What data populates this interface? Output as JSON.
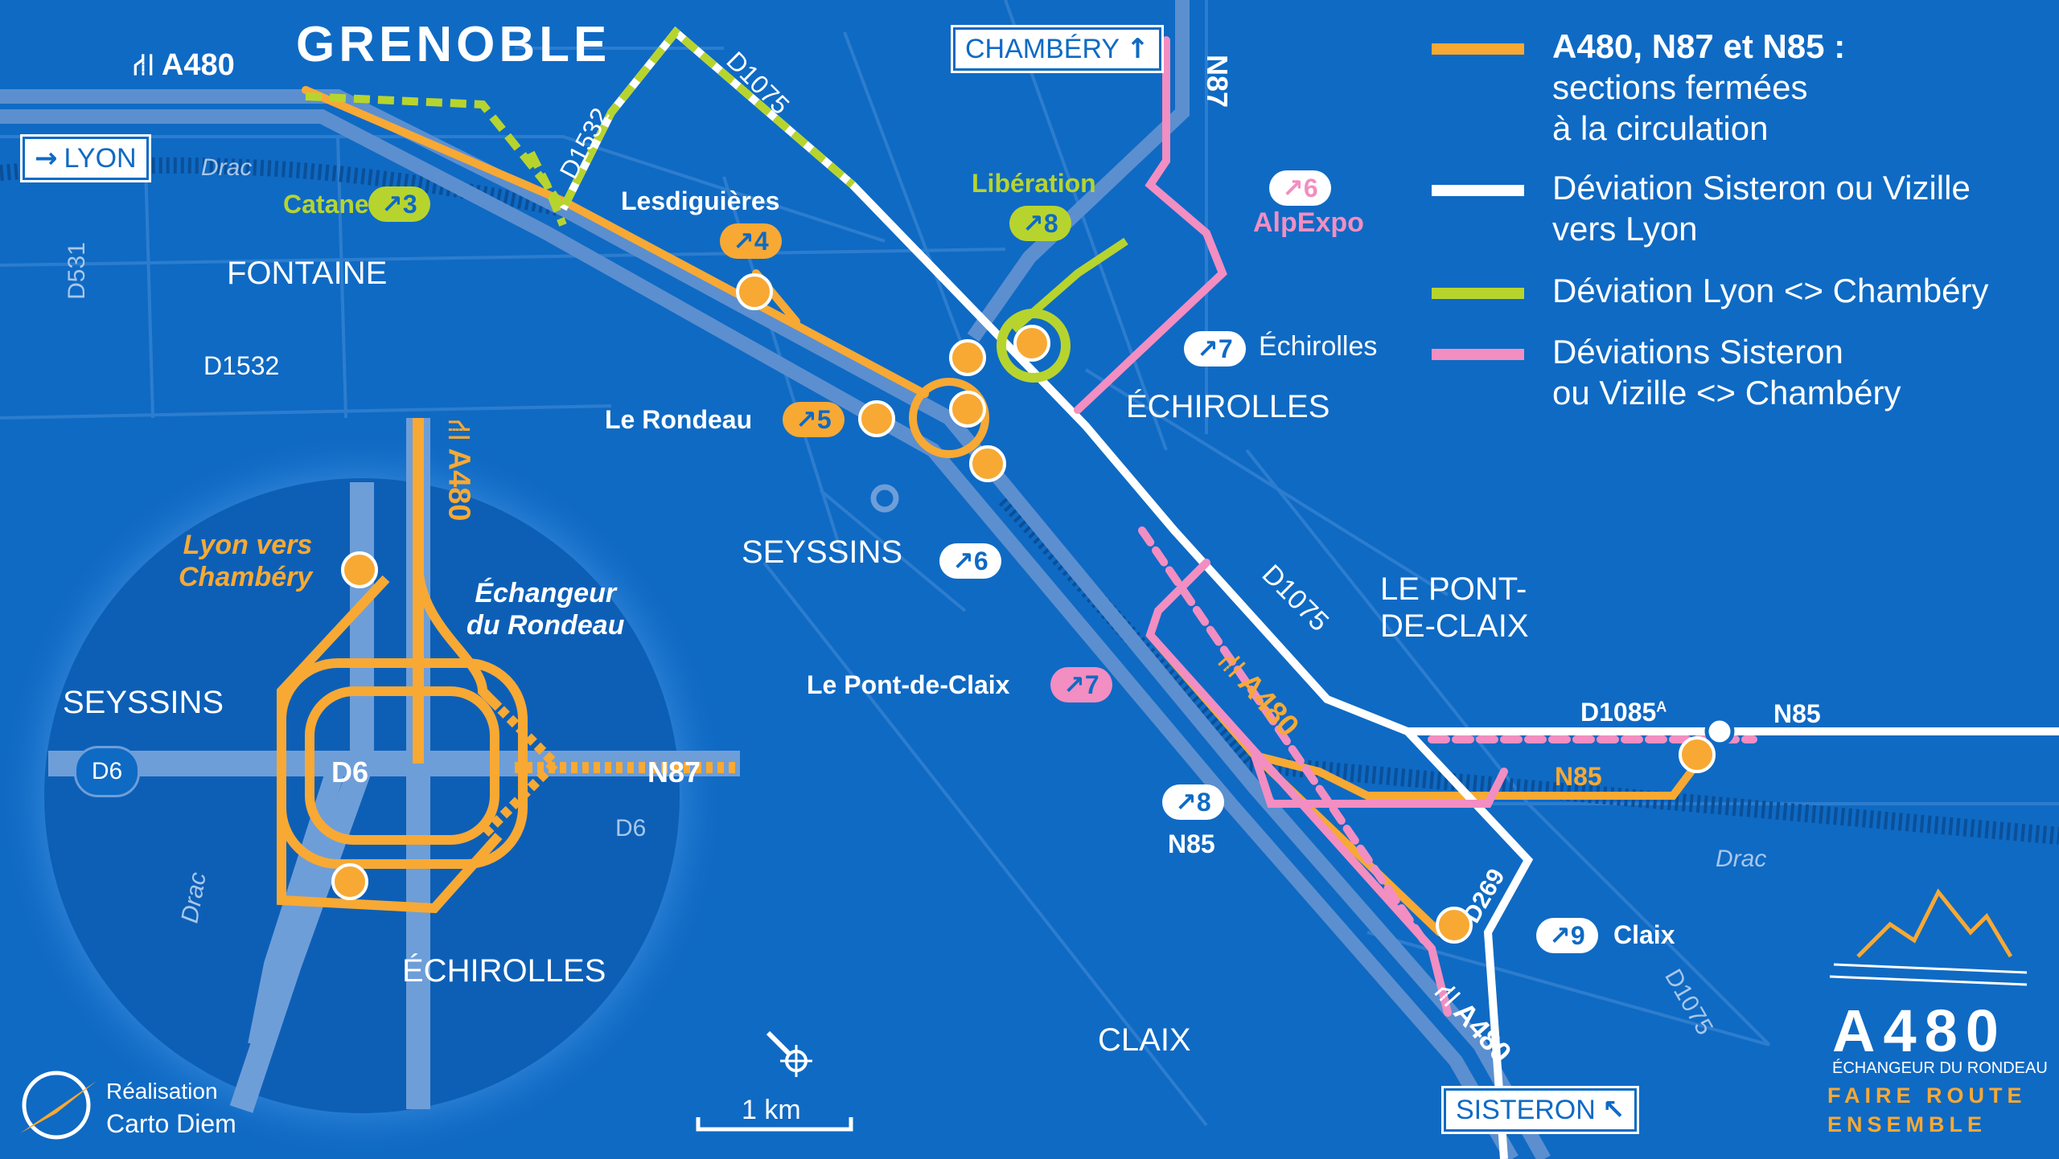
{
  "city": "GRENOBLE",
  "legend": [
    {
      "text": "A480, N87 et N85 :",
      "sub": "sections fermées\nà la circulation",
      "color": "#f7a934"
    },
    {
      "text": "Déviation Sisteron ou Vizille\nvers Lyon",
      "color": "#ffffff"
    },
    {
      "text": "Déviation Lyon <> Chambéry",
      "color": "#b7d42e"
    },
    {
      "text": "Déviations Sisteron\nou Vizille <> Chambéry",
      "color": "#f28ec1"
    }
  ],
  "directions": {
    "lyon": "LYON",
    "chambery": "CHAMBÉRY",
    "sisteron": "SISTERON"
  },
  "roads": {
    "a480_top": "A480",
    "d1532_a": "D1532",
    "d1532_b": "D1532",
    "d1075_a": "D1075",
    "d1075_b": "D1075",
    "d1075_c": "D1075",
    "d531": "D531",
    "n87_v": "N87",
    "a480_mid": "A480",
    "a480_bot": "A480",
    "d269": "D269",
    "d1085": "D1085",
    "d1085_sup": "A",
    "n85_a": "N85",
    "n85_b": "N85",
    "n85_c": "N85",
    "drac_a": "Drac",
    "drac_b": "Drac",
    "drac_c": "Drac"
  },
  "places": {
    "fontaine": "FONTAINE",
    "seyssins": "SEYSSINS",
    "echirolles": "ÉCHIROLLES",
    "pont_claix": "LE PONT-\nDE-CLAIX",
    "claix": "CLAIX"
  },
  "exits": [
    {
      "name": "Catane",
      "num": "3"
    },
    {
      "name": "Lesdiguières",
      "num": "4"
    },
    {
      "name": "Le Rondeau",
      "num": "5"
    },
    {
      "name": "",
      "num": "6"
    },
    {
      "name": "Le Pont-de-Claix",
      "num": "7"
    },
    {
      "name": "",
      "num": "8"
    },
    {
      "name": "Claix",
      "num": "9"
    },
    {
      "name": "Libération",
      "num": "8"
    },
    {
      "name": "AlpExpo",
      "num": "6"
    },
    {
      "name": "Échirolles",
      "num": "7"
    }
  ],
  "inset": {
    "a480": "A480",
    "lyon_chambery": "Lyon vers\nChambéry",
    "echangeur": "Échangeur\ndu Rondeau",
    "seyssins": "SEYSSINS",
    "d6_badge": "D6",
    "d6_a": "D6",
    "d6_b": "D6",
    "n87": "N87",
    "echirolles": "ÉCHIROLLES",
    "drac": "Drac"
  },
  "scale": {
    "label": "1 km"
  },
  "credit": {
    "line1": "Réalisation",
    "line2": "Carto Diem"
  },
  "brand": {
    "title": "A480",
    "subtitle": "ÉCHANGEUR DU RONDEAU",
    "tag1": "FAIRE ROUTE",
    "tag2": "ENSEMBLE"
  },
  "colors": {
    "background": "#0f6ac4",
    "closed": "#f7a934",
    "green": "#b7d42e",
    "pink": "#f28ec1",
    "white": "#ffffff"
  }
}
